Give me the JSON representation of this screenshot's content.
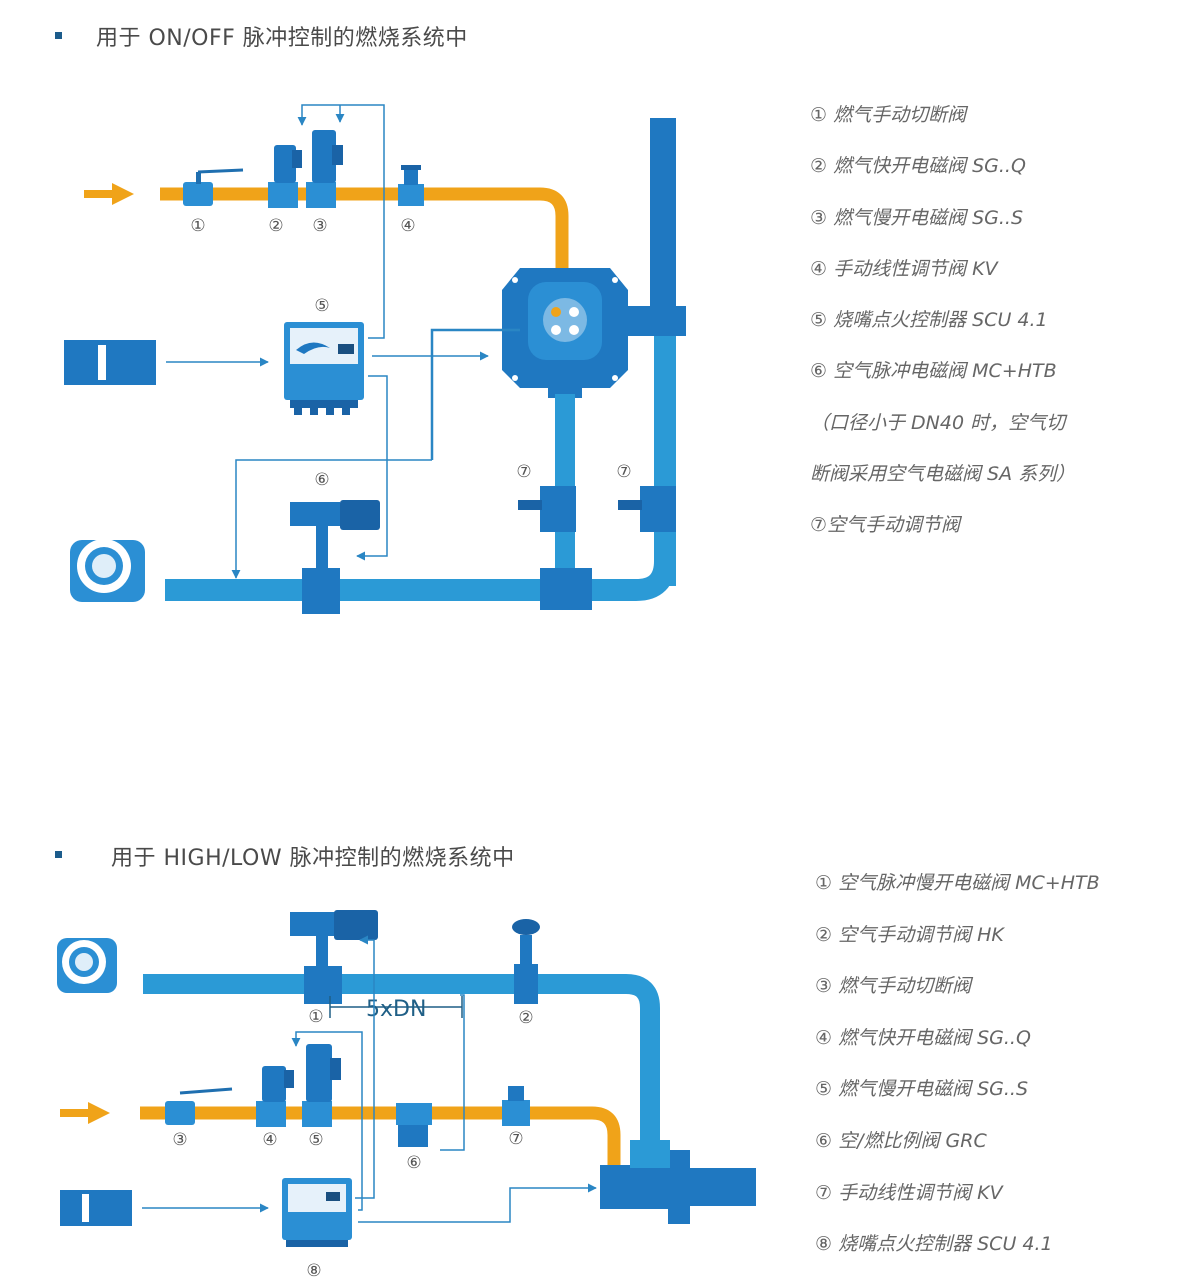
{
  "section1": {
    "title": "用于 ON/OFF 脉冲控制的燃烧系统中",
    "legend": [
      "① 燃气手动切断阀",
      "② 燃气快开电磁阀 SG..Q",
      "③ 燃气慢开电磁阀 SG..S",
      "④ 手动线性调节阀 KV",
      "⑤ 烧嘴点火控制器 SCU 4.1",
      "⑥  空气脉冲电磁阀  MC+HTB",
      "（口径小于  DN40  时，空气切",
      "断阀采用空气电磁阀 SA 系列）",
      "⑦空气手动调节阀"
    ],
    "labels": [
      "①",
      "②",
      "③",
      "④",
      "⑤",
      "⑥",
      "⑦",
      "⑦"
    ]
  },
  "section2": {
    "title": "用于 HIGH/LOW 脉冲控制的燃烧系统中",
    "legend": [
      "① 空气脉冲慢开电磁阀 MC+HTB",
      "② 空气手动调节阀 HK",
      "③ 燃气手动切断阀",
      "④ 燃气快开电磁阀 SG..Q",
      "⑤ 燃气慢开电磁阀 SG..S",
      "⑥ 空/燃比例阀 GRC",
      "⑦ 手动线性调节阀 KV",
      "⑧ 烧嘴点火控制器 SCU 4.1"
    ],
    "labels": [
      "①",
      "②",
      "③",
      "④",
      "⑤",
      "⑥",
      "⑦",
      "⑧"
    ],
    "dimension": "5xDN"
  },
  "colors": {
    "gas": "#f0a319",
    "air": "#2b9ad6",
    "air_dark": "#1f78c1",
    "control_line": "#2a86c4",
    "bullet": "#1c5c8c"
  }
}
